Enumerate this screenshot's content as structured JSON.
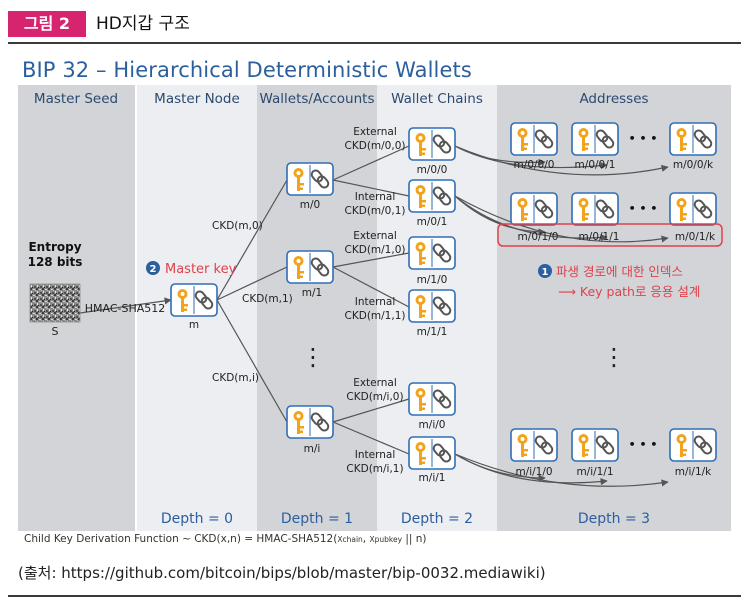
{
  "figure": {
    "label": "그림 2",
    "title": "HD지갑 구조"
  },
  "diagram": {
    "title": "BIP 32 – Hierarchical Deterministic Wallets",
    "columns": [
      "Master Seed",
      "Master Node",
      "Wallets/Accounts",
      "Wallet Chains",
      "Addresses"
    ],
    "depths": [
      "Depth = 0",
      "Depth = 1",
      "Depth = 2",
      "Depth = 3"
    ],
    "seed": {
      "label_line1": "Entropy",
      "label_line2": "128 bits",
      "name": "S",
      "hash_label": "HMAC-SHA512"
    },
    "master": {
      "annotation_number": "2",
      "annotation": "Master key",
      "name": "m"
    },
    "ckd_labels": [
      "CKD(m,0)",
      "CKD(m,1)",
      "CKD(m,i)"
    ],
    "accounts": [
      "m/0",
      "m/1",
      "m/i"
    ],
    "chain_labels": {
      "external_0": [
        "External",
        "CKD(m/0,0)"
      ],
      "internal_0": [
        "Internal",
        "CKD(m/0,1)"
      ],
      "external_1": [
        "External",
        "CKD(m/1,0)"
      ],
      "internal_1": [
        "Internal",
        "CKD(m/1,1)"
      ],
      "external_i": [
        "External",
        "CKD(m/i,0)"
      ],
      "internal_i": [
        "Internal",
        "CKD(m/i,1)"
      ]
    },
    "chains": [
      "m/0/0",
      "m/0/1",
      "m/1/0",
      "m/1/1",
      "m/i/0",
      "m/i/1"
    ],
    "addresses_row1": [
      "m/0/0/0",
      "m/0/0/1",
      "m/0/0/k"
    ],
    "addresses_row2": [
      "m/0/1/0",
      "m/0/1/1",
      "m/0/1/k"
    ],
    "addresses_row3": [
      "m/i/1/0",
      "m/i/1/1",
      "m/i/1/k"
    ],
    "annotation1": {
      "number": "1",
      "line1": "파생 경로에 대한 인덱스",
      "line2": "⟶ Key path로 응용 설계"
    },
    "ellipsis_h": "• • •",
    "ellipsis_v": "⋮",
    "colors": {
      "title_blue": "#2b5f9e",
      "depth_blue": "#2b5f9e",
      "highlight_red": "#e0414a",
      "key_orange": "#f2a31b",
      "badge_pink": "#d6246e"
    }
  },
  "footnote": {
    "main": "Child Key Derivation Function ~ CKD(x,n) = HMAC-SHA512(",
    "sub1": "Xchain",
    "mid": ", ",
    "sub2": "Xpubkey",
    "end": " || n)"
  },
  "source": "(출처:  https://github.com/bitcoin/bips/blob/master/bip-0032.mediawiki)"
}
